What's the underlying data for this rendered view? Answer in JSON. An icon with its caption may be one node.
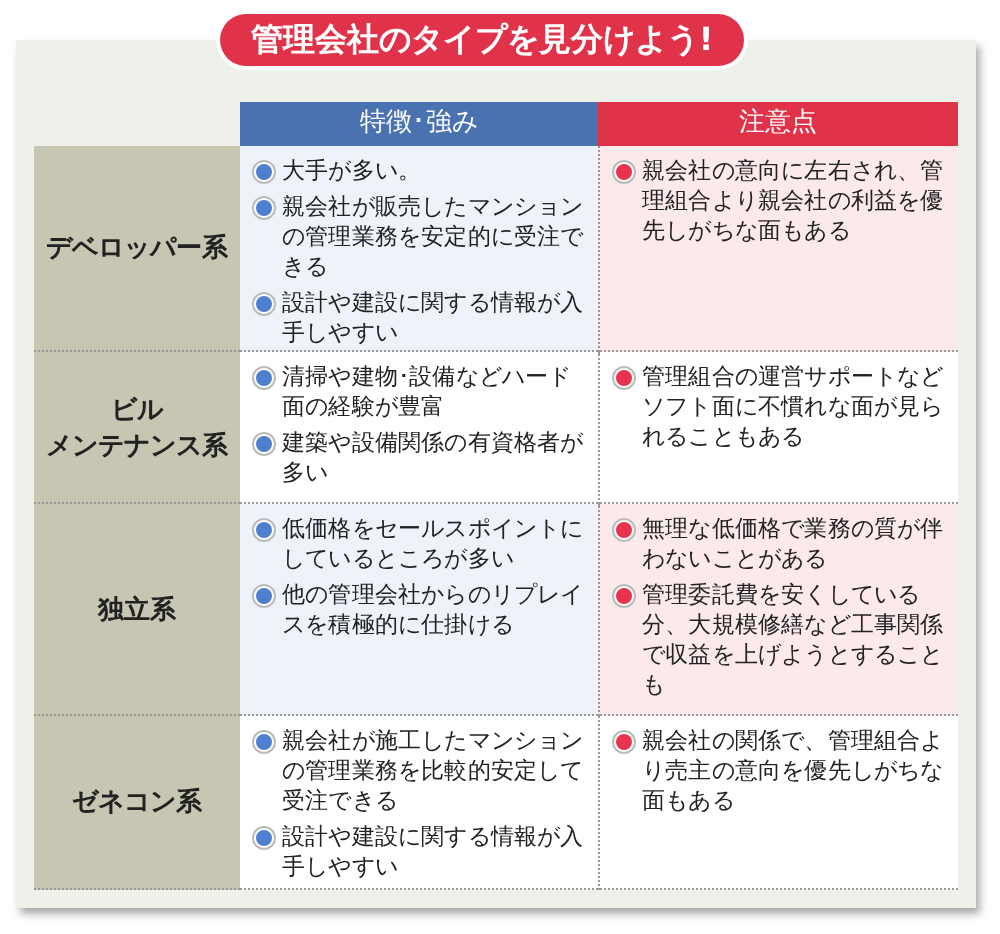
{
  "diagram": {
    "title": "管理会社のタイプを見分けよう!",
    "nodes": [
      {
        "text": [
          "特徴･強み"
        ]
      },
      {
        "text": [
          "注意点"
        ]
      },
      {
        "text": [
          "デベロッパー系"
        ]
      },
      {
        "text": [
          "大手が多い。",
          "親会社が販売したマンションの管理業務を安定的に受注できる",
          "設計や建設に関する情報が入手しやすい"
        ]
      },
      {
        "text": [
          "親会社の意向に左右され、管理組合より親会社の利益を優先しがちな面もある"
        ]
      },
      {
        "text": [
          "ビルメンテナンス系"
        ]
      },
      {
        "text": [
          "清掃や建物･設備などハード面の経験が豊富",
          "建築や設備関係の有資格者が多い"
        ]
      },
      {
        "text": [
          "管理組合の運営サポートなどソフト面に不慣れな面が見られることもある"
        ]
      },
      {
        "text": [
          "独立系"
        ]
      },
      {
        "text": [
          "低価格をセールスポイントにしているところが多い",
          "他の管理会社からのリプレイスを積極的に仕掛ける"
        ]
      },
      {
        "text": [
          "無理な低価格で業務の質が伴わないことがある",
          "管理委託費を安くしている分、大規模修繕など工事関係で収益を上げようとすることも"
        ]
      },
      {
        "text": [
          "ゼネコン系"
        ]
      },
      {
        "text": [
          "親会社が施工したマンションの管理業務を比較的安定して受注できる",
          "設計や建設に関する情報が入手しやすい"
        ]
      },
      {
        "text": [
          "親会社の関係で、管理組合より売主の意向を優先しがちな面もある"
        ]
      }
    ]
  }
}
